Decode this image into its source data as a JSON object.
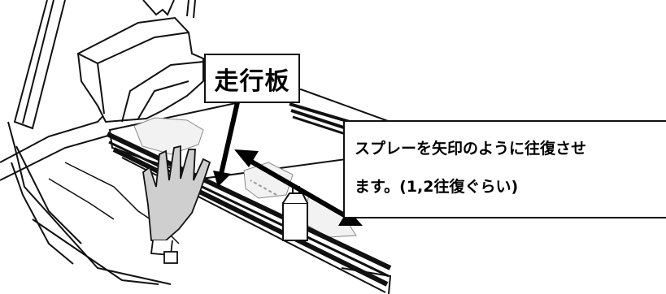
{
  "label": "走行板",
  "note": {
    "line1": "スプレーを矢印のように往復させ",
    "line2": "ます。(1,2往復ぐらい)"
  },
  "colors": {
    "line": "#111111",
    "hand": "#c9c9c9",
    "frame": "#ffffff"
  },
  "icons": [
    "hand-icon",
    "spray-can-icon",
    "double-arrow-icon",
    "pointer-arrow-icon"
  ]
}
